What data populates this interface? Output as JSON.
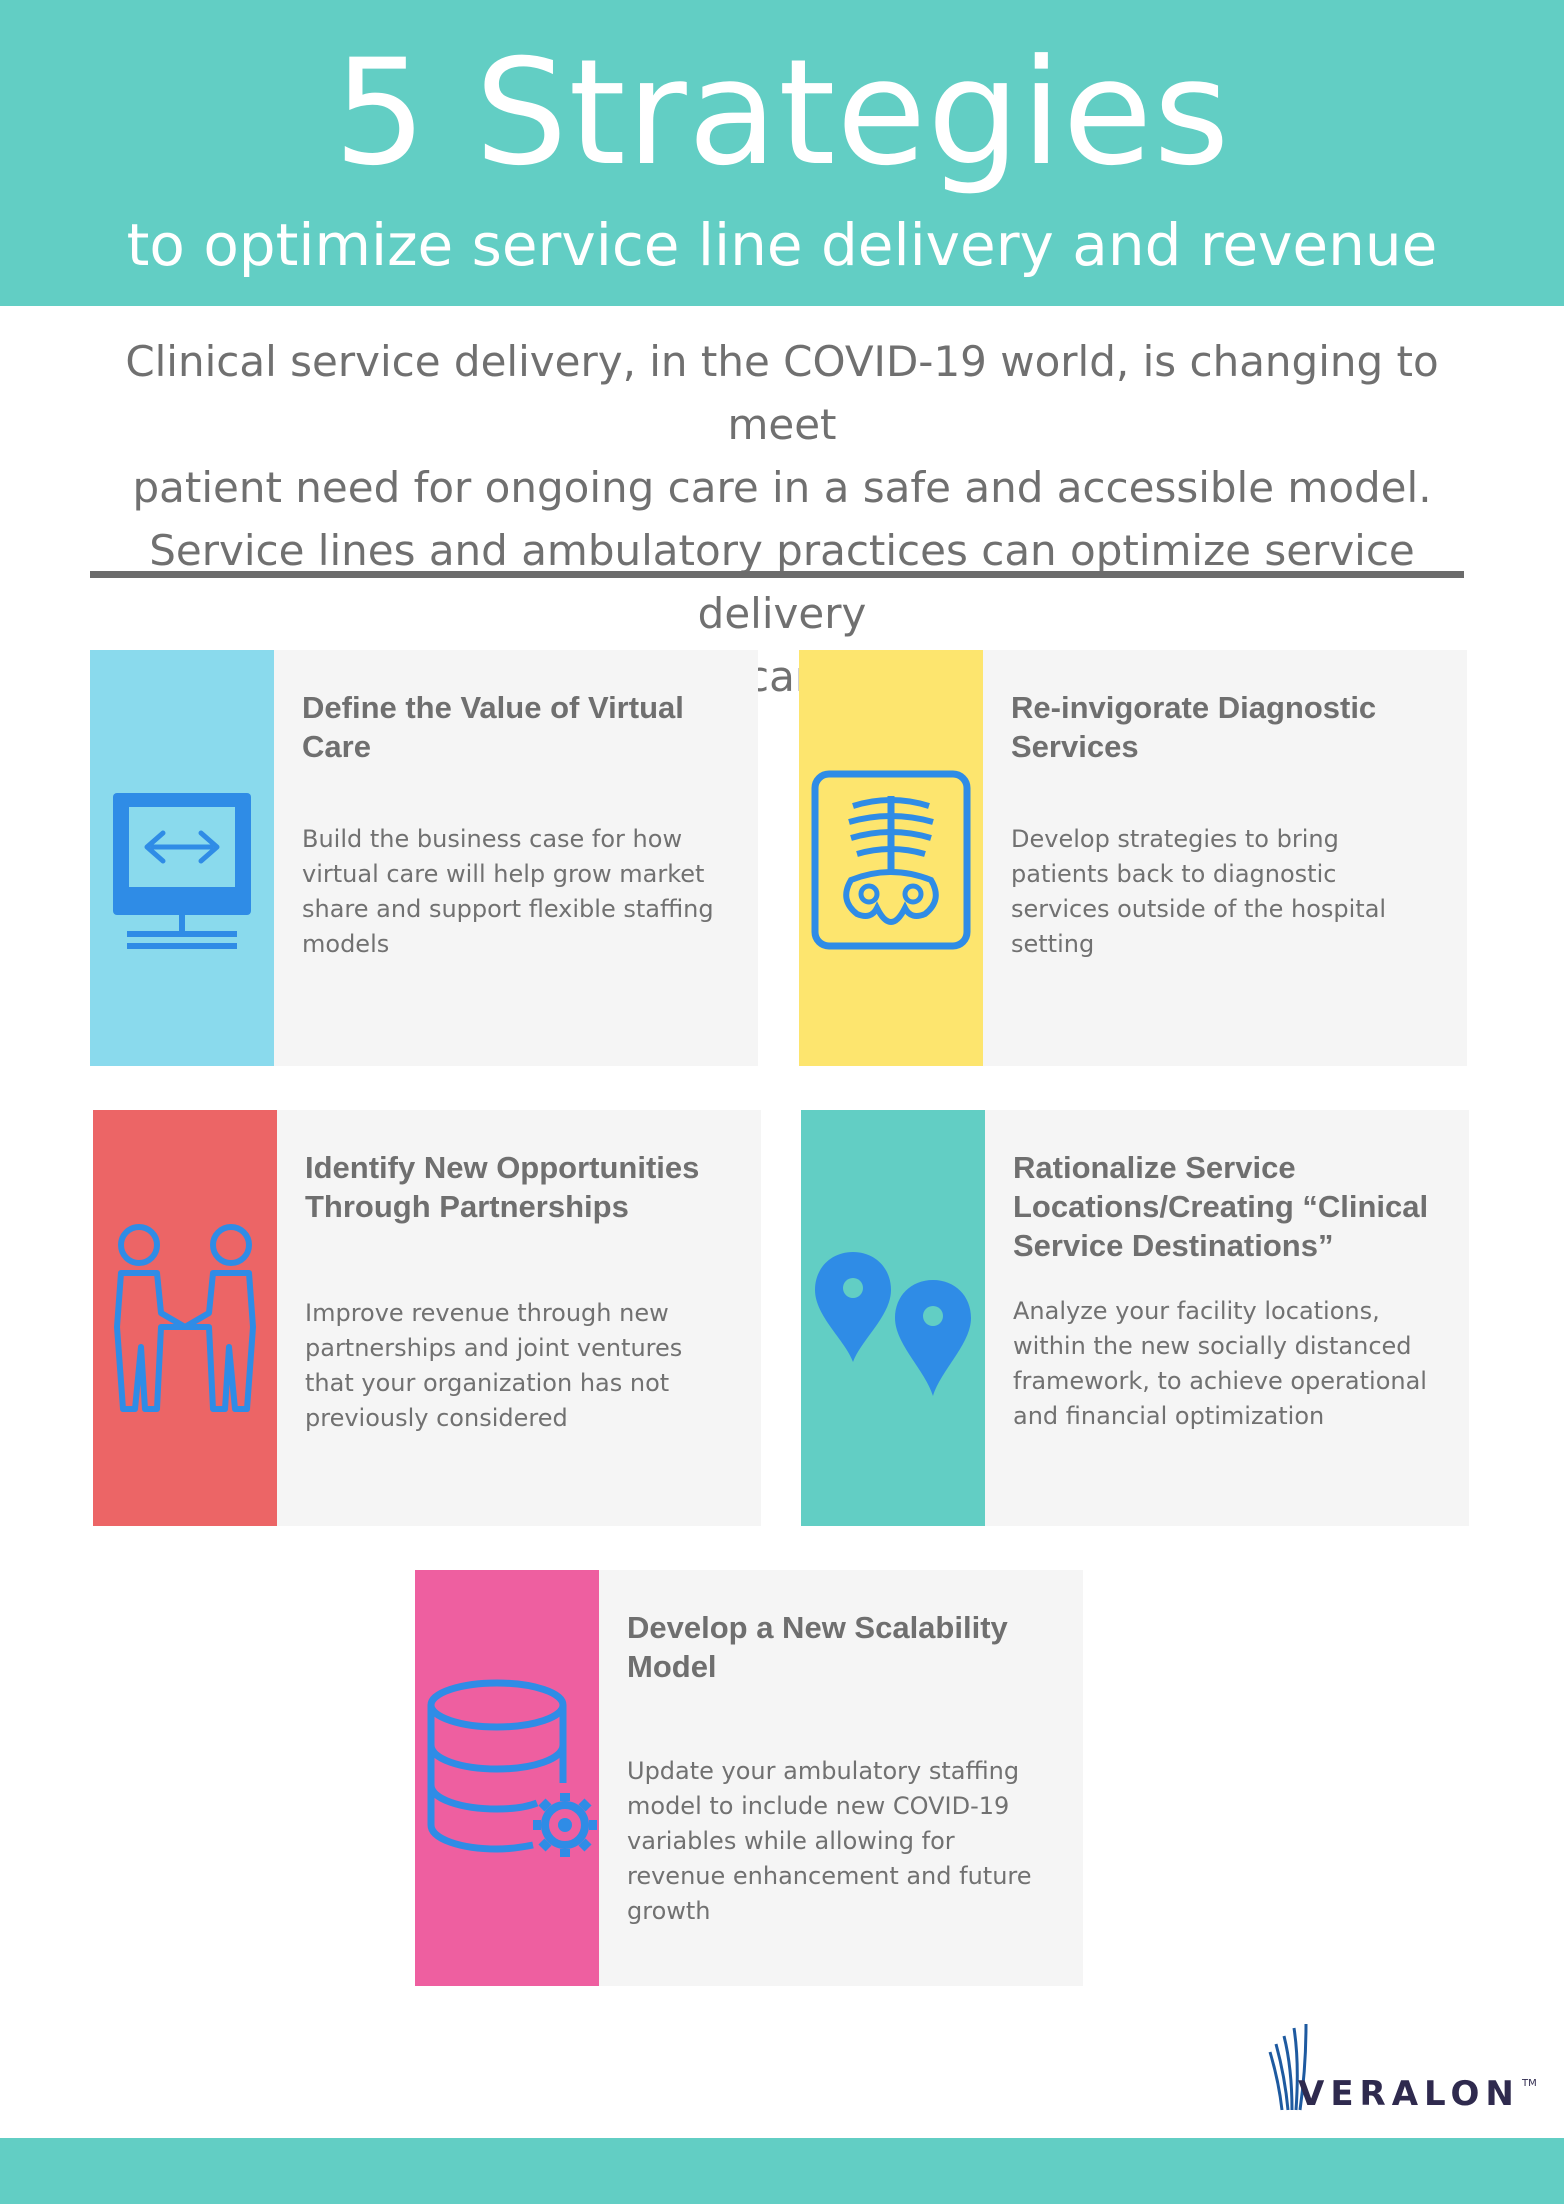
{
  "header": {
    "title": "5 Strategies",
    "subtitle": "to optimize service line delivery and revenue"
  },
  "intro": {
    "line1": "Clinical service delivery, in the COVID-19 world, is changing to meet",
    "line2": "patient need for ongoing care in a safe and accessible model.",
    "line3": "Service lines and ambulatory practices can optimize service delivery",
    "line4": "and build revenue while carefully constraining costs."
  },
  "cards": [
    {
      "title": "Define the Value of Virtual Care",
      "body": "Build the business case for how virtual care will help grow market share and support flexible staffing models",
      "icon": "monitor-code-icon",
      "color": "#8adaed"
    },
    {
      "title": "Re-invigorate Diagnostic Services",
      "body": "Develop strategies to bring patients back to diagnostic services outside of the hospital setting",
      "icon": "xray-icon",
      "color": "#fde56e"
    },
    {
      "title": "Identify New Opportunities Through Partnerships",
      "body": "Improve revenue through new partnerships and joint ventures that your organization has not previously considered",
      "icon": "handshake-icon",
      "color": "#ec6566"
    },
    {
      "title": "Rationalize Service Locations/Creating “Clinical Service Destinations”",
      "body": "Analyze your facility locations, within the new socially distanced framework, to achieve operational and financial optimization",
      "icon": "location-pins-icon",
      "color": "#62cec4"
    },
    {
      "title": "Develop a New Scalability Model",
      "body": "Update your ambulatory staffing model to include new COVID-19 variables while allowing for revenue enhancement and future growth",
      "icon": "database-gear-icon",
      "color": "#ee5fa0"
    }
  ],
  "logo": {
    "text": "VERALON",
    "tm": "TM"
  },
  "colors": {
    "teal": "#62cec4",
    "icon_blue": "#2f8ce6",
    "text_gray": "#6f6f6f",
    "card_bg": "#f5f5f5"
  }
}
